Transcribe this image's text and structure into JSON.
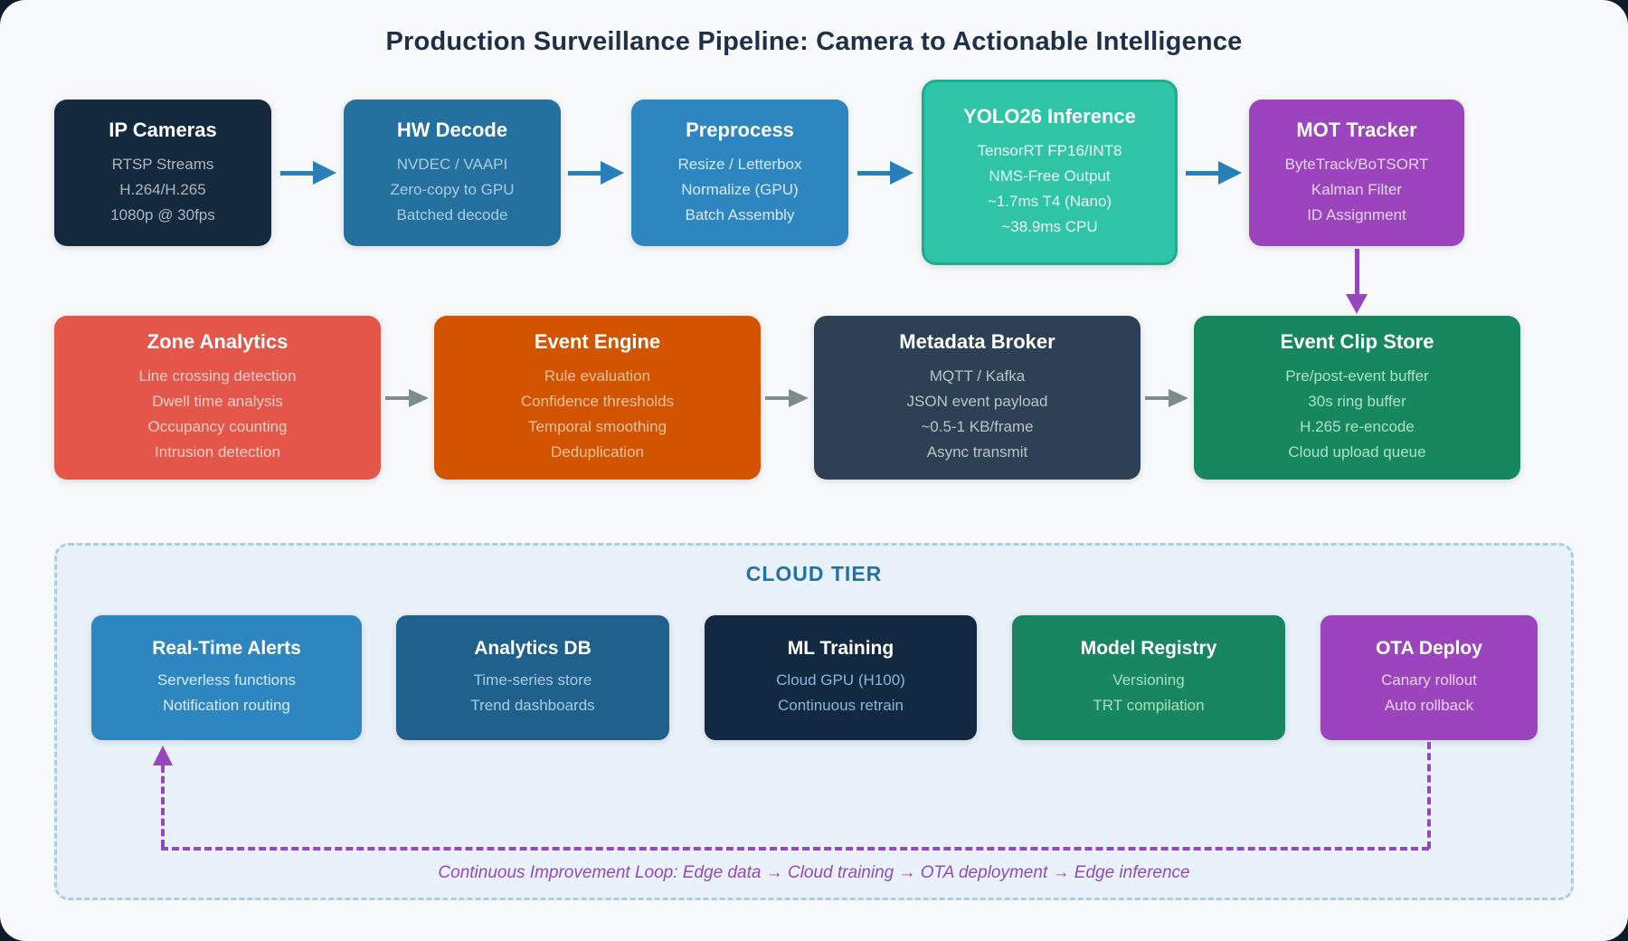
{
  "title": "Production Surveillance Pipeline: Camera to Actionable Intelligence",
  "colors": {
    "page_bg": "#0D1B2A",
    "canvas_bg": "#F7F9FB",
    "title_text": "#1D3047",
    "arrow_blue": "#2980B9",
    "arrow_gray": "#7F8C8D",
    "arrow_purple": "#9747BD",
    "cloud_bg": "#E9F1FA",
    "cloud_border": "#A8CEEA",
    "cloud_label": "#2471A3",
    "loop_text": "#9449BC"
  },
  "pipeline": {
    "nodes": [
      {
        "title": "IP Cameras",
        "lines": [
          "RTSP Streams",
          "H.264/H.265",
          "1080p @ 30fps"
        ],
        "bg": "#14293E",
        "fg": "#AEB6BF"
      },
      {
        "title": "HW Decode",
        "lines": [
          "NVDEC / VAAPI",
          "Zero-copy to GPU",
          "Batched decode"
        ],
        "bg": "#24709E",
        "fg": "#A9CCE3"
      },
      {
        "title": "Preprocess",
        "lines": [
          "Resize / Letterbox",
          "Normalize (GPU)",
          "Batch Assembly"
        ],
        "bg": "#2E86C1",
        "fg": "#D6EAF8"
      },
      {
        "title": "YOLO26 Inference",
        "lines": [
          "TensorRT FP16/INT8",
          "NMS-Free Output",
          "~1.7ms T4 (Nano)",
          "~38.9ms CPU"
        ],
        "bg": "#2EC4A5",
        "fg": "#EAFBF6",
        "border_color": "#1BAE8E"
      },
      {
        "title": "MOT Tracker",
        "lines": [
          "ByteTrack/BoTSORT",
          "Kalman Filter",
          "ID Assignment"
        ],
        "bg": "#9B44BE",
        "fg": "#E5D4F0"
      },
      {
        "title": "Zone Analytics",
        "lines": [
          "Line crossing detection",
          "Dwell time analysis",
          "Occupancy counting",
          "Intrusion detection"
        ],
        "bg": "#E4564A",
        "fg": "#F8CEC8"
      },
      {
        "title": "Event Engine",
        "lines": [
          "Rule evaluation",
          "Confidence thresholds",
          "Temporal smoothing",
          "Deduplication"
        ],
        "bg": "#D35400",
        "fg": "#EFC39F"
      },
      {
        "title": "Metadata Broker",
        "lines": [
          "MQTT / Kafka",
          "JSON event payload",
          "~0.5-1 KB/frame",
          "Async transmit"
        ],
        "bg": "#2E4053",
        "fg": "#BDC3C7"
      },
      {
        "title": "Event Clip Store",
        "lines": [
          "Pre/post-event buffer",
          "30s ring buffer",
          "H.265 re-encode",
          "Cloud upload queue"
        ],
        "bg": "#16875F",
        "fg": "#ABE2C4"
      }
    ]
  },
  "cloud": {
    "label": "CLOUD TIER",
    "nodes": [
      {
        "title": "Real-Time Alerts",
        "lines": [
          "Serverless functions",
          "Notification routing"
        ],
        "bg": "#2E86C1",
        "fg": "#D6EAF8"
      },
      {
        "title": "Analytics DB",
        "lines": [
          "Time-series store",
          "Trend dashboards"
        ],
        "bg": "#1F618C",
        "fg": "#A9CCE3"
      },
      {
        "title": "ML Training",
        "lines": [
          "Cloud GPU (H100)",
          "Continuous retrain"
        ],
        "bg": "#132941",
        "fg": "#85B8DE"
      },
      {
        "title": "Model Registry",
        "lines": [
          "Versioning",
          "TRT compilation"
        ],
        "bg": "#178661",
        "fg": "#A9DFBF"
      },
      {
        "title": "OTA Deploy",
        "lines": [
          "Canary rollout",
          "Auto rollback"
        ],
        "bg": "#9B44BE",
        "fg": "#E5D4F0"
      }
    ],
    "loop_caption": "Continuous Improvement Loop: Edge data → Cloud training → OTA deployment → Edge inference"
  }
}
